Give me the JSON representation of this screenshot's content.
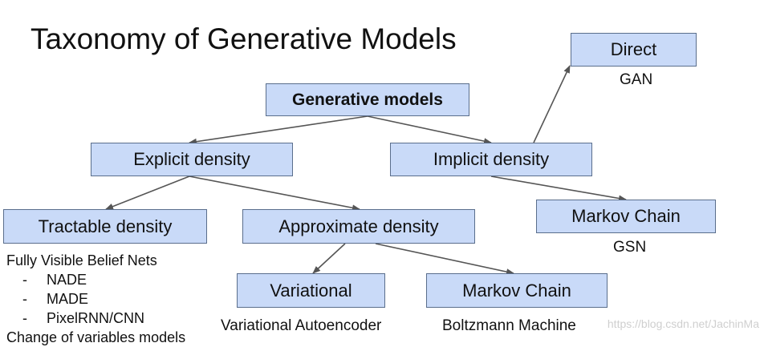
{
  "title": "Taxonomy of Generative Models",
  "nodes": {
    "root": "Generative models",
    "explicit": "Explicit density",
    "implicit": "Implicit density",
    "direct": "Direct",
    "tractable": "Tractable density",
    "approximate": "Approximate density",
    "markov_implicit": "Markov Chain",
    "variational": "Variational",
    "markov_approx": "Markov Chain"
  },
  "labels": {
    "gan": "GAN",
    "gsn": "GSN",
    "vae": "Variational Autoencoder",
    "boltzmann": "Boltzmann Machine"
  },
  "tractable_list": {
    "heading": "Fully Visible Belief Nets",
    "items": [
      "NADE",
      "MADE",
      "PixelRNN/CNN"
    ],
    "dash": "-",
    "footer": "Change of variables models"
  },
  "watermark": "https://blog.csdn.net/JachinMa"
}
